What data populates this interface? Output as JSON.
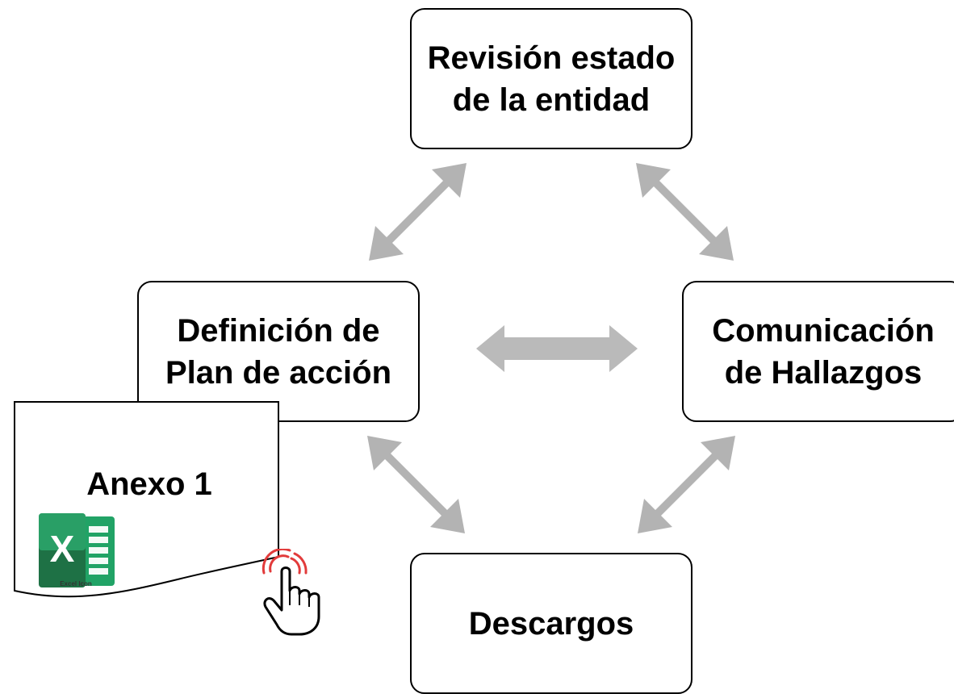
{
  "diagram": {
    "nodes": {
      "top": "Revisión estado\nde la entidad",
      "left": "Definición de\nPlan de acción",
      "right": "Comunicación\nde Hallazgos",
      "bottom": "Descargos"
    },
    "annex": {
      "title": "Anexo 1",
      "icon_caption": "Excel Icon",
      "icon": "excel-icon",
      "icon_letter": "X"
    },
    "colors": {
      "arrow": "#b3b3b3",
      "excel_green": "#1e7145",
      "excel_light": "#33c481"
    }
  }
}
